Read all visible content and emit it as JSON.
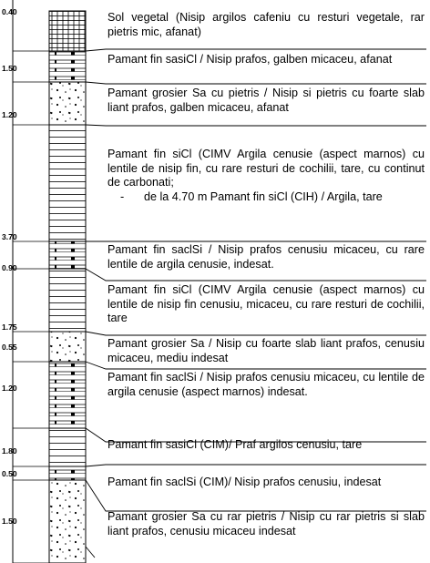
{
  "layers": [
    {
      "thickness": "0.40",
      "pattern": "soil",
      "lines": [
        "Sol vegetal (Nisip argilos cafeniu cu resturi vegetale, rar pietris mic, afanat)"
      ]
    },
    {
      "thickness": "1.50",
      "pattern": "silty-sand",
      "lines": [
        "Pamant fin sasiCl / Nisip prafos, galben micaceu, afanat"
      ]
    },
    {
      "thickness": "1.20",
      "pattern": "gravel",
      "lines": [
        "Pamant grosier Sa cu pietris / Nisip si pietris cu foarte slab liant prafos, galben micaceu, afanat"
      ]
    },
    {
      "thickness": "3.70",
      "pattern": "clay",
      "lines": [
        "Pamant fin siCl (CIMV Argila cenusie (aspect marnos) cu lentile de nisip fin, cu rare resturi de cochilii, tare, cu continut de carbonati;"
      ],
      "bullet": "de la 4.70 m Pamant fin siCl (CIH) / Argila, tare"
    },
    {
      "thickness": "0.90",
      "pattern": "silty-sand",
      "lines": [
        "Pamant fin saclSi / Nisip prafos cenusiu micaceu, cu rare lentile de argila cenusie, indesat."
      ]
    },
    {
      "thickness": "1.75",
      "pattern": "clay",
      "lines": [
        "Pamant fin siCl (CIMV Argila cenusie (aspect marnos) cu lentile de nisip fin cenusiu, micaceu, cu rare resturi de cochilii, tare"
      ]
    },
    {
      "thickness": "0.55",
      "pattern": "gravel",
      "lines": [
        "Pamant grosier Sa / Nisip cu foarte slab liant prafos, cenusiu micaceu, mediu indesat"
      ]
    },
    {
      "thickness": "1.20",
      "pattern": "silty-sand",
      "lines": [
        "Pamant fin saclSi / Nisip prafos cenusiu micaceu, cu lentile de argila cenusie (aspect marnos) indesat."
      ]
    },
    {
      "thickness": "1.80",
      "pattern": "clay",
      "lines": [
        "Pamant fin sasiCl (CIM)/ Praf argilos cenusiu, tare"
      ]
    },
    {
      "thickness": "0.50",
      "pattern": "silty-sand",
      "lines": [
        "Pamant fin saclSi (CIM)/ Nisip prafos cenusiu, indesat"
      ]
    },
    {
      "thickness": "1.50",
      "pattern": "gravel",
      "lines": [
        "Pamant grosier Sa cu rar pietris / Nisip cu rar pietris si slab liant prafos, cenusiu micaceu indesat"
      ]
    }
  ]
}
